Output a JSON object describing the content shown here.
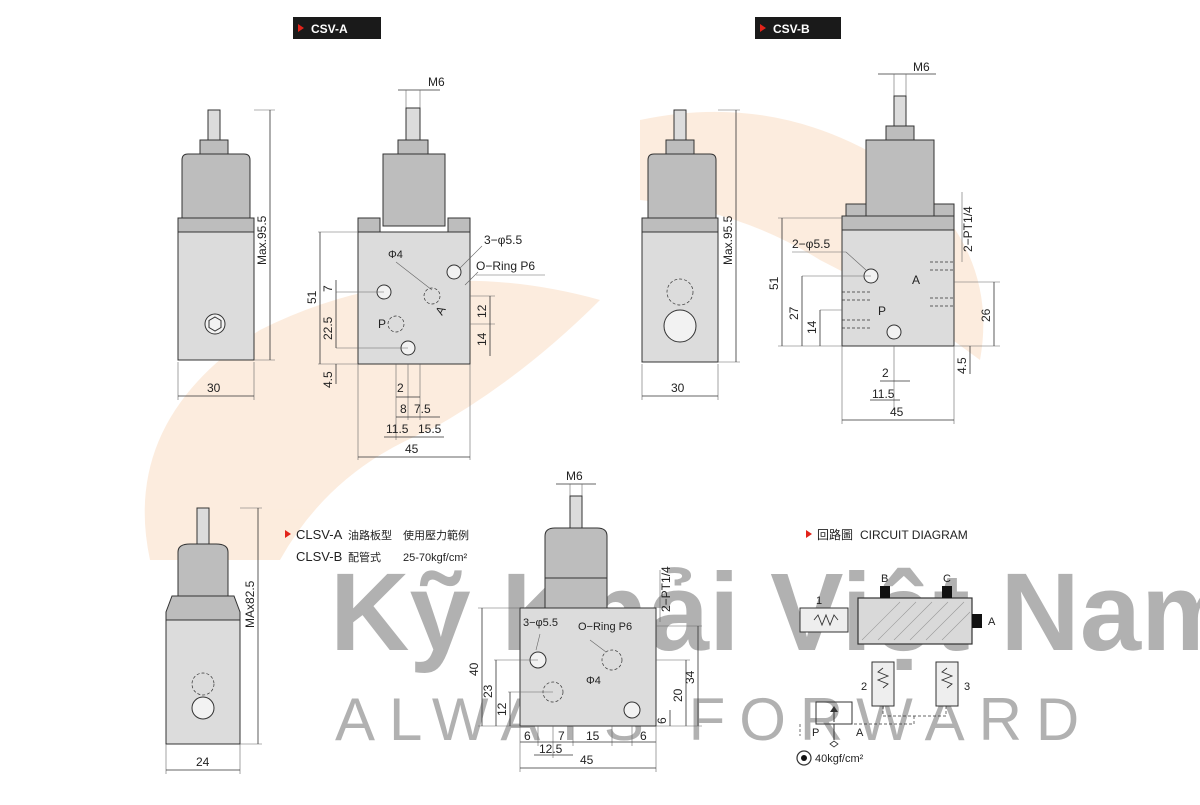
{
  "tags": {
    "csv_a": "CSV-A",
    "csv_b": "CSV-B"
  },
  "labels": {
    "m6": "M6",
    "max955": "Max.95.5",
    "max825": "MAx82.5",
    "holes_a": "3−φ5.5",
    "holes_b": "2−φ5.5",
    "holes_c": "3−φ5.5",
    "oring": "O−Ring P6",
    "phi4": "Φ4",
    "pt14": "2−PT1/4",
    "port_p": "P",
    "port_a": "A"
  },
  "dims": {
    "d30": "30",
    "d51": "51",
    "d7": "7",
    "d225": "22.5",
    "d45": "4.5",
    "d2": "2",
    "d8": "8",
    "d75": "7.5",
    "d115": "11.5",
    "d155": "15.5",
    "d45w": "45",
    "d12": "12",
    "d14": "14",
    "d27": "27",
    "d26": "26",
    "d24": "24",
    "d40": "40",
    "d23": "23",
    "d20": "20",
    "d34": "34",
    "d6": "6",
    "d125": "12.5",
    "d15": "15"
  },
  "legend": {
    "row1_model": "CLSV-A",
    "row1_type": "油路板型",
    "row1_note": "使用壓力範例",
    "row2_model": "CLSV-B",
    "row2_type": "配管式",
    "row2_range": "25-70kgf/cm²"
  },
  "circuit": {
    "title_cn": "回路圖",
    "title_en": "CIRCUIT DIAGRAM",
    "b": "B",
    "c": "C",
    "a": "A",
    "n1": "1",
    "n2": "2",
    "n3": "3",
    "p": "P",
    "a2": "A",
    "pressure": "40kgf/cm²"
  },
  "watermark": {
    "line1": "Kỹ Khải Việt Nam",
    "line2": "ALWAYS FORWARD"
  },
  "colors": {
    "tag_bg": "#1a1a1a",
    "tag_arrow": "#e2231a",
    "body": "#dcdcdc",
    "watermark": "#f4a15a"
  }
}
